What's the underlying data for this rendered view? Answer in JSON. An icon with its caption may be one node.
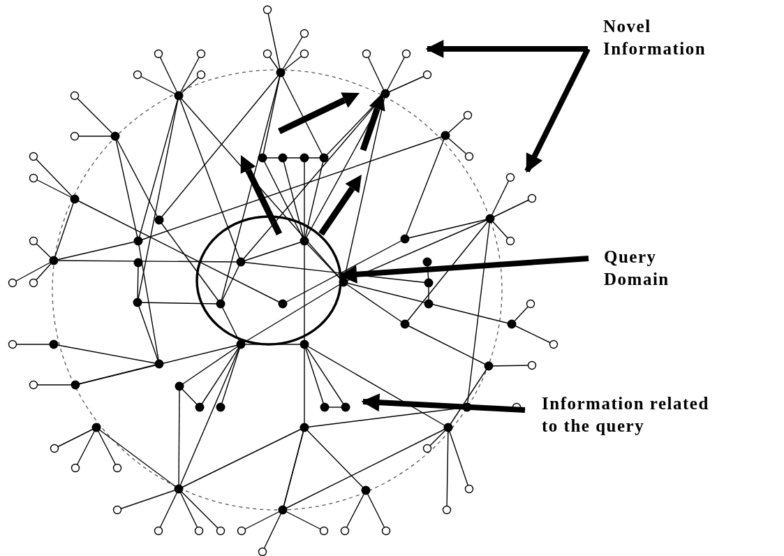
{
  "diagram": {
    "nodes": [
      {
        "text": [
          "Novel Information"
        ]
      },
      {
        "text": [
          "Query Domain"
        ]
      },
      {
        "text": [
          "Information related to the query"
        ]
      },
      {
        "text": [],
        "shape": "circle"
      }
    ],
    "edges": [
      {
        "from": 0,
        "to": null,
        "arrow": "to"
      },
      {
        "from": 0,
        "to": null,
        "arrow": "to"
      },
      {
        "from": 1,
        "to": 3,
        "arrow": "to"
      },
      {
        "from": 2,
        "to": null,
        "arrow": "to"
      }
    ]
  }
}
